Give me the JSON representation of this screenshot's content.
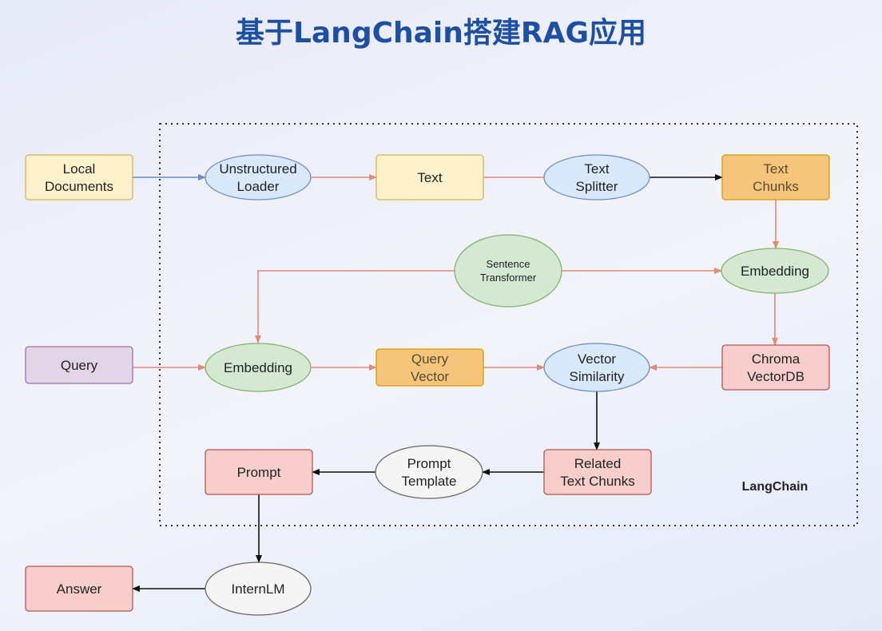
{
  "title": "基于LangChain搭建RAG应用",
  "container_label": "LangChain",
  "colors": {
    "yellow": {
      "fill": "#fff2cc",
      "stroke": "#d6b656"
    },
    "blue": {
      "fill": "#dae8fc",
      "stroke": "#6c8ebf"
    },
    "orange": {
      "fill": "#f5c57c",
      "stroke": "#d79b00"
    },
    "green": {
      "fill": "#d5e8d4",
      "stroke": "#82b366"
    },
    "red": {
      "fill": "#f8cecc",
      "stroke": "#b85450"
    },
    "purple": {
      "fill": "#e1d5e7",
      "stroke": "#9673a6"
    },
    "gray": {
      "fill": "#f5f5f5",
      "stroke": "#666666"
    },
    "edge_red": "#e08a78",
    "edge_blue": "#6c8ebf",
    "edge_black": "#111111"
  },
  "nodes": [
    {
      "id": "local-documents",
      "shape": "rect",
      "color": "yellow",
      "lines": [
        "Local",
        "Documents"
      ]
    },
    {
      "id": "unstructured-loader",
      "shape": "ellipse",
      "color": "blue",
      "lines": [
        "Unstructured",
        "Loader"
      ]
    },
    {
      "id": "text",
      "shape": "rect",
      "color": "yellow",
      "lines": [
        "Text"
      ]
    },
    {
      "id": "text-splitter",
      "shape": "ellipse",
      "color": "blue",
      "lines": [
        "Text",
        "Splitter"
      ]
    },
    {
      "id": "text-chunks",
      "shape": "rect",
      "color": "orange",
      "lines": [
        "Text",
        "Chunks"
      ]
    },
    {
      "id": "sentence-transformer",
      "shape": "ellipse",
      "color": "green",
      "lines": [
        "Sentence",
        "Transformer"
      ]
    },
    {
      "id": "embedding-docs",
      "shape": "ellipse",
      "color": "green",
      "lines": [
        "Embedding"
      ]
    },
    {
      "id": "chroma-vectordb",
      "shape": "rect",
      "color": "red",
      "lines": [
        "Chroma",
        "VectorDB"
      ]
    },
    {
      "id": "query",
      "shape": "rect",
      "color": "purple",
      "lines": [
        "Query"
      ]
    },
    {
      "id": "embedding-query",
      "shape": "ellipse",
      "color": "green",
      "lines": [
        "Embedding"
      ]
    },
    {
      "id": "query-vector",
      "shape": "rect",
      "color": "orange",
      "lines": [
        "Query",
        "Vector"
      ]
    },
    {
      "id": "vector-similarity",
      "shape": "ellipse",
      "color": "blue",
      "lines": [
        "Vector",
        "Similarity"
      ]
    },
    {
      "id": "related-text-chunks",
      "shape": "rect",
      "color": "red",
      "lines": [
        "Related",
        "Text Chunks"
      ]
    },
    {
      "id": "prompt-template",
      "shape": "ellipse",
      "color": "gray",
      "lines": [
        "Prompt",
        "Template"
      ]
    },
    {
      "id": "prompt",
      "shape": "rect",
      "color": "red",
      "lines": [
        "Prompt"
      ]
    },
    {
      "id": "internlm",
      "shape": "ellipse",
      "color": "gray",
      "lines": [
        "InternLM"
      ]
    },
    {
      "id": "answer",
      "shape": "rect",
      "color": "red",
      "lines": [
        "Answer"
      ]
    }
  ],
  "edges": [
    {
      "from": "local-documents",
      "to": "unstructured-loader",
      "color": "edge_blue",
      "arrow": true
    },
    {
      "from": "unstructured-loader",
      "to": "text",
      "color": "edge_red",
      "arrow": true
    },
    {
      "from": "text",
      "to": "text-splitter",
      "color": "edge_red",
      "arrow": false
    },
    {
      "from": "text-splitter",
      "to": "text-chunks",
      "color": "edge_black",
      "arrow": true
    },
    {
      "from": "text-chunks",
      "to": "embedding-docs",
      "color": "edge_red",
      "arrow": true
    },
    {
      "from": "sentence-transformer",
      "to": "embedding-docs",
      "color": "edge_red",
      "arrow": true
    },
    {
      "from": "sentence-transformer",
      "to": "embedding-query",
      "color": "edge_red",
      "arrow": true
    },
    {
      "from": "embedding-docs",
      "to": "chroma-vectordb",
      "color": "edge_red",
      "arrow": true
    },
    {
      "from": "query",
      "to": "embedding-query",
      "color": "edge_red",
      "arrow": true
    },
    {
      "from": "embedding-query",
      "to": "query-vector",
      "color": "edge_red",
      "arrow": true
    },
    {
      "from": "query-vector",
      "to": "vector-similarity",
      "color": "edge_red",
      "arrow": true
    },
    {
      "from": "chroma-vectordb",
      "to": "vector-similarity",
      "color": "edge_red",
      "arrow": true
    },
    {
      "from": "vector-similarity",
      "to": "related-text-chunks",
      "color": "edge_black",
      "arrow": true
    },
    {
      "from": "related-text-chunks",
      "to": "prompt-template",
      "color": "edge_black",
      "arrow": true
    },
    {
      "from": "prompt-template",
      "to": "prompt",
      "color": "edge_black",
      "arrow": true
    },
    {
      "from": "prompt",
      "to": "internlm",
      "color": "edge_black",
      "arrow": true
    },
    {
      "from": "internlm",
      "to": "answer",
      "color": "edge_black",
      "arrow": true
    }
  ]
}
